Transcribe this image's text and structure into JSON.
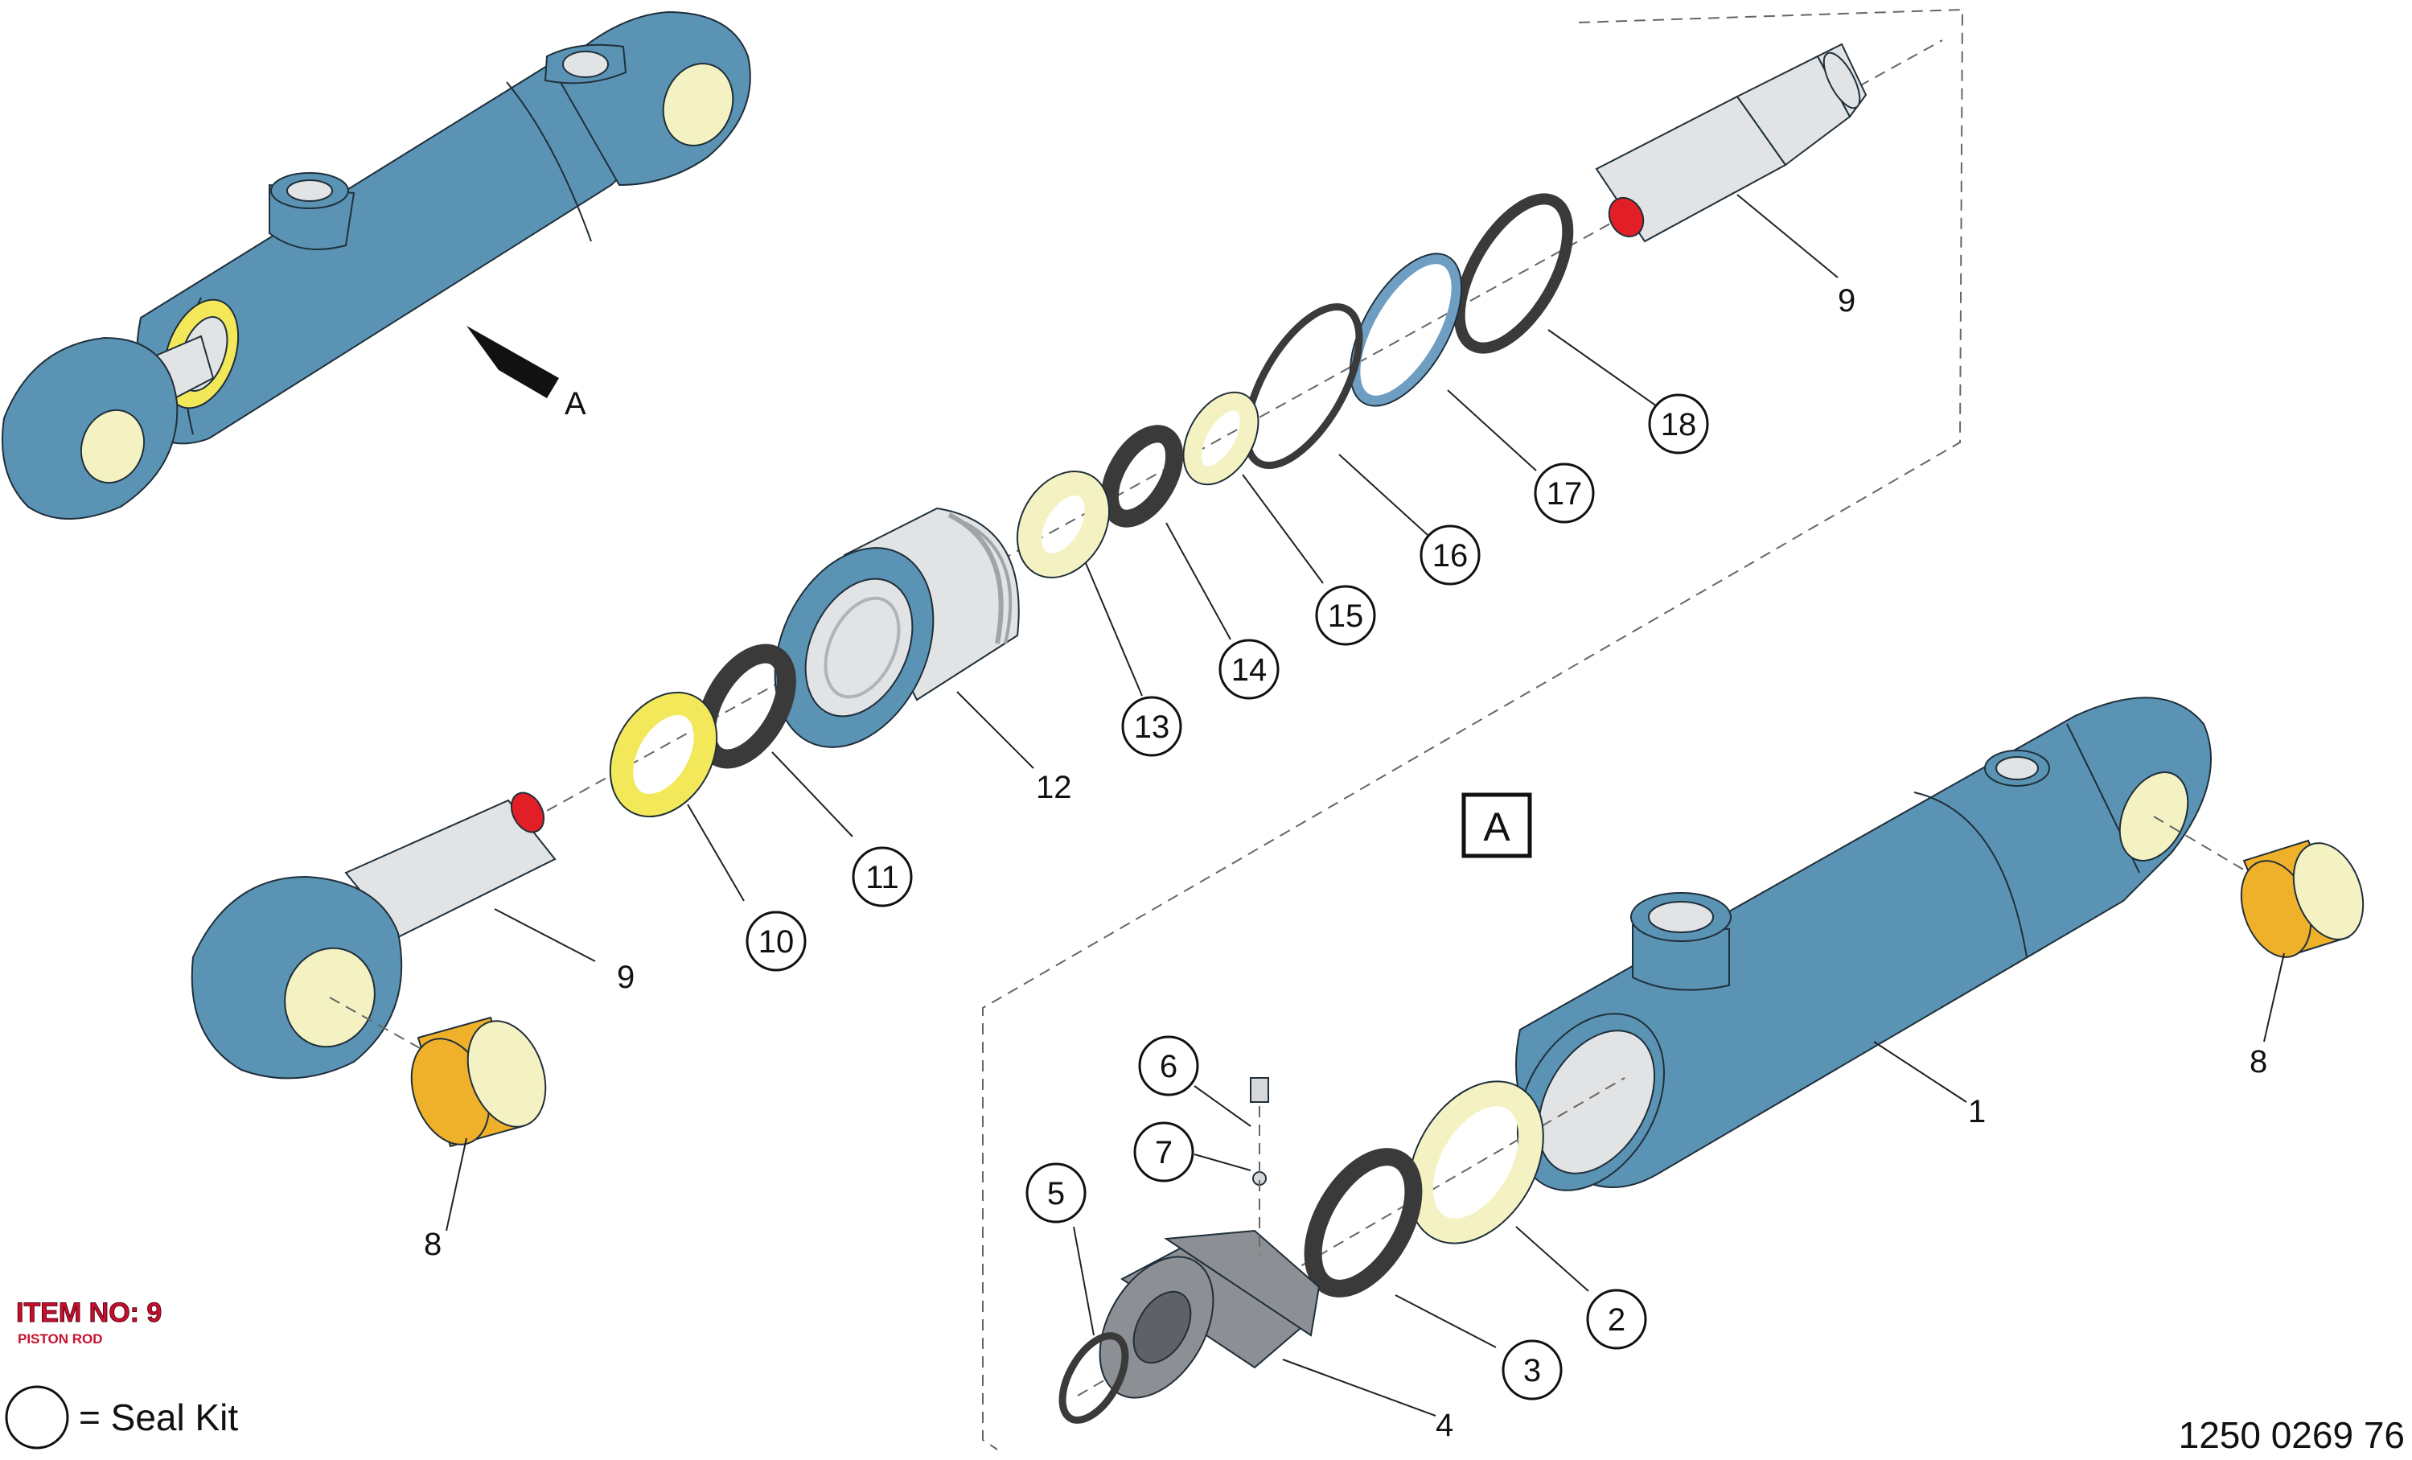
{
  "colors": {
    "body_blue": "#5b93b4",
    "body_blue_dark": "#44789a",
    "bushing_orange": "#f0b12a",
    "ring_yellow": "#f3e85a",
    "wear_ring_cream": "#f4f2c2",
    "seal_black": "#3a3a3a",
    "rod_gray": "#e1e3e4",
    "gland_gray": "#8c8f93",
    "oring_blue": "#6e9ec2",
    "rod_end_red": "#e21f26",
    "title_red": "#c8102e"
  },
  "callouts": [
    {
      "num": "2"
    },
    {
      "num": "3"
    },
    {
      "num": "5"
    },
    {
      "num": "6"
    },
    {
      "num": "7"
    },
    {
      "num": "10"
    },
    {
      "num": "11"
    },
    {
      "num": "13"
    },
    {
      "num": "14"
    },
    {
      "num": "15"
    },
    {
      "num": "16"
    },
    {
      "num": "17"
    },
    {
      "num": "18"
    }
  ],
  "plain_labels": {
    "piston_rod_top": "9",
    "piston_rod_left": "9",
    "bushing_left": "8",
    "bushing_right": "8",
    "barrel": "1",
    "gland": "4",
    "piston": "12",
    "view_arrow": "A"
  },
  "view_box_label": "A",
  "item_info": {
    "title": "ITEM NO: 9",
    "subtitle": "PISTON ROD"
  },
  "legend": {
    "text": "= Seal Kit"
  },
  "document_number": "1250 0269 76"
}
